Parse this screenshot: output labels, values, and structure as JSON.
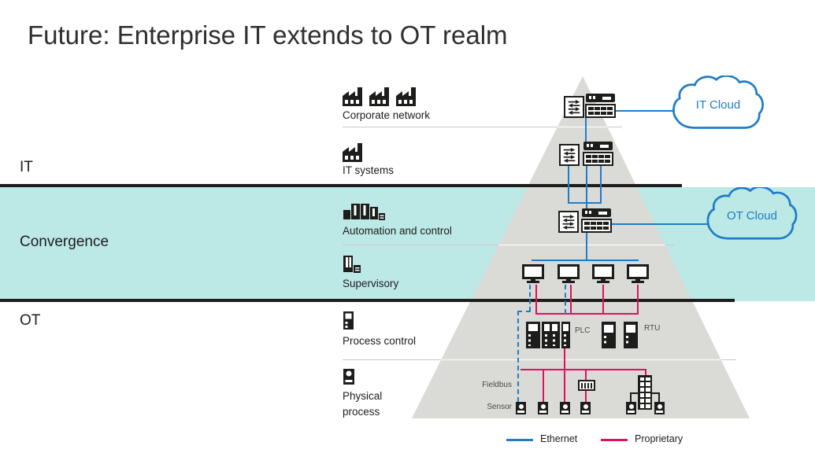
{
  "title": "Future: Enterprise IT extends to OT realm",
  "zones": {
    "it": "IT",
    "convergence": "Convergence",
    "ot": "OT"
  },
  "rows": [
    {
      "label": "Corporate network"
    },
    {
      "label": "IT systems"
    },
    {
      "label": "Automation and control"
    },
    {
      "label": "Supervisory"
    },
    {
      "label": "Process control"
    },
    {
      "label": "Physical process"
    }
  ],
  "clouds": {
    "it_cloud": "IT Cloud",
    "ot_cloud": "OT Cloud"
  },
  "devices": {
    "plc": "PLC",
    "rtu": "RTU",
    "fieldbus": "Fieldbus",
    "sensor": "Sensor"
  },
  "legend": {
    "ethernet": "Ethernet",
    "proprietary": "Proprietary"
  },
  "colors": {
    "ethernet": "#1f7dc5",
    "proprietary": "#e0115f",
    "convergence_band": "#bce8e6",
    "pyramid": "#dadad6",
    "icon_black": "#1d1d1b",
    "boundary": "#1d1d1b"
  }
}
